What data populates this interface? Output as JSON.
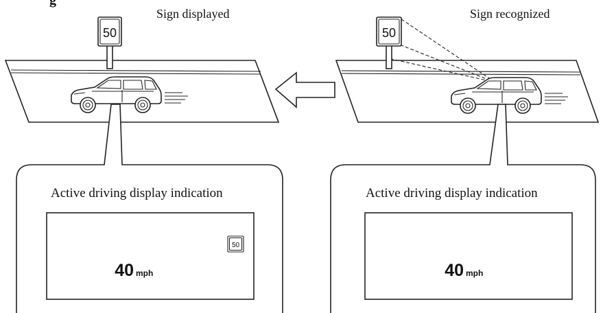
{
  "header": {
    "title_fragment": "g",
    "left_caption": "Sign displayed",
    "right_caption": "Sign recognized"
  },
  "left_scene": {
    "roadside_sign": "50"
  },
  "right_scene": {
    "roadside_sign": "50"
  },
  "left_display": {
    "caption": "Active driving display indication",
    "sign_icon": "50",
    "speed_value": "40",
    "speed_unit": "mph"
  },
  "right_display": {
    "caption": "Active driving display indication",
    "speed_value": "40",
    "speed_unit": "mph"
  },
  "arrow": {
    "direction": "left",
    "icon": "arrow-left-icon"
  },
  "colors": {
    "line": "#222222",
    "background": "#ffffff"
  }
}
